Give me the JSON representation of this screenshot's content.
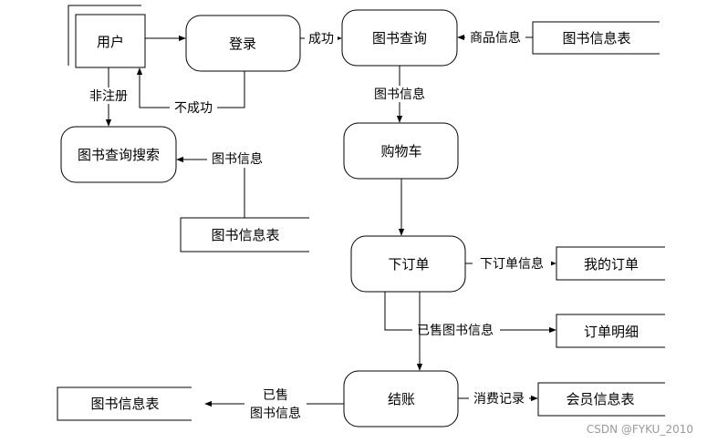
{
  "nodes": {
    "user": "用户",
    "login": "登录",
    "book_query": "图书查询",
    "book_info_table_top": "图书信息表",
    "book_search": "图书查询搜索",
    "book_info_table_mid": "图书信息表",
    "cart": "购物车",
    "place_order": "下订单",
    "my_orders": "我的订单",
    "order_detail": "订单明细",
    "checkout": "结账",
    "member_info_table": "会员信息表",
    "book_info_table_bottom": "图书信息表"
  },
  "edges": {
    "success": "成功",
    "fail": "不成功",
    "unregistered": "非注册",
    "product_info": "商品信息",
    "book_info_to_cart": "图书信息",
    "book_info_to_search": "图书信息",
    "order_info": "下订单信息",
    "sold_book_info": "已售图书信息",
    "consumption_record": "消费记录",
    "sold_line1": "已售",
    "sold_line2": "图书信息"
  },
  "watermark": "CSDN @FYKU_2010"
}
